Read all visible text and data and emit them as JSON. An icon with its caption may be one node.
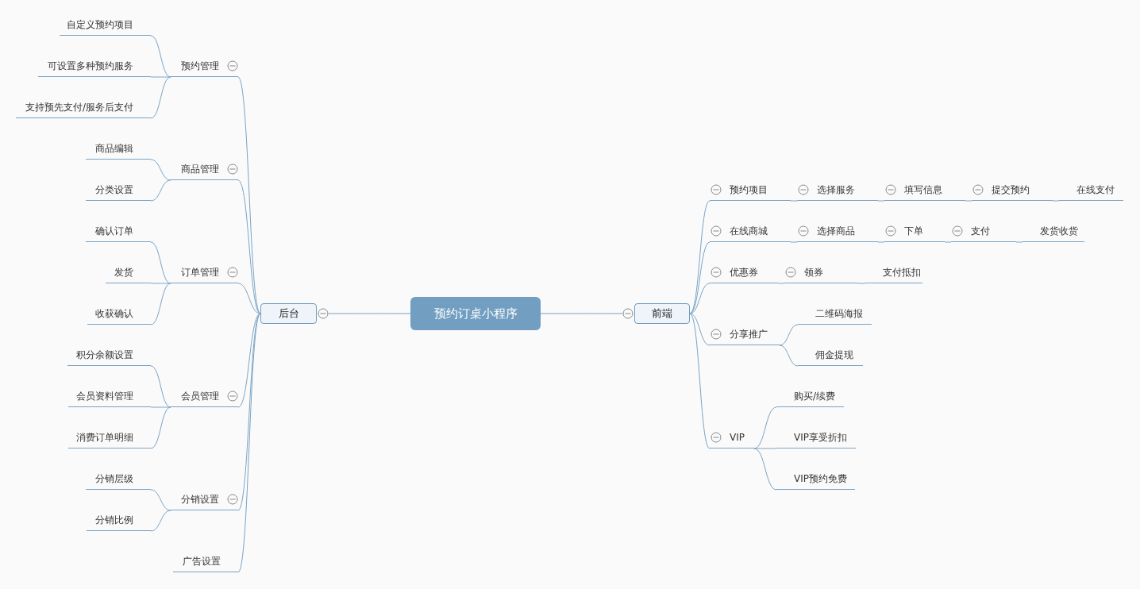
{
  "diagram": {
    "nodes": [
      {
        "text": [
          "预约订桌小程序"
        ]
      },
      {
        "text": [
          "后台"
        ]
      },
      {
        "text": [
          "前端"
        ]
      },
      {
        "text": [
          "预约管理"
        ]
      },
      {
        "text": [
          "自定义预约项目"
        ]
      },
      {
        "text": [
          "可设置多种预约服务"
        ]
      },
      {
        "text": [
          "支持预先支付/服务后支付"
        ]
      },
      {
        "text": [
          "商品管理"
        ]
      },
      {
        "text": [
          "商品编辑"
        ]
      },
      {
        "text": [
          "分类设置"
        ]
      },
      {
        "text": [
          "订单管理"
        ]
      },
      {
        "text": [
          "确认订单"
        ]
      },
      {
        "text": [
          "发货"
        ]
      },
      {
        "text": [
          "收获确认"
        ]
      },
      {
        "text": [
          "会员管理"
        ]
      },
      {
        "text": [
          "积分余额设置"
        ]
      },
      {
        "text": [
          "会员资料管理"
        ]
      },
      {
        "text": [
          "消费订单明细"
        ]
      },
      {
        "text": [
          "分销设置"
        ]
      },
      {
        "text": [
          "分销层级"
        ]
      },
      {
        "text": [
          "分销比例"
        ]
      },
      {
        "text": [
          "广告设置"
        ]
      },
      {
        "text": [
          "预约项目"
        ]
      },
      {
        "text": [
          "选择服务"
        ]
      },
      {
        "text": [
          "填写信息"
        ]
      },
      {
        "text": [
          "提交预约"
        ]
      },
      {
        "text": [
          "在线支付"
        ]
      },
      {
        "text": [
          "在线商城"
        ]
      },
      {
        "text": [
          "选择商品"
        ]
      },
      {
        "text": [
          "下单"
        ]
      },
      {
        "text": [
          "支付"
        ]
      },
      {
        "text": [
          "发货收货"
        ]
      },
      {
        "text": [
          "优惠券"
        ]
      },
      {
        "text": [
          "领券"
        ]
      },
      {
        "text": [
          "支付抵扣"
        ]
      },
      {
        "text": [
          "分享推广"
        ]
      },
      {
        "text": [
          "二维码海报"
        ]
      },
      {
        "text": [
          "佣金提现"
        ]
      },
      {
        "text": [
          "VIP"
        ]
      },
      {
        "text": [
          "购买/续费"
        ]
      },
      {
        "text": [
          "VIP享受折扣"
        ]
      },
      {
        "text": [
          "VIP预约免费"
        ]
      }
    ],
    "edges": [
      {
        "from": 0,
        "to": 1,
        "arrow": "none"
      },
      {
        "from": 0,
        "to": 2,
        "arrow": "none"
      },
      {
        "from": 1,
        "to": 3,
        "arrow": "none"
      },
      {
        "from": 3,
        "to": 4,
        "arrow": "none"
      },
      {
        "from": 3,
        "to": 5,
        "arrow": "none"
      },
      {
        "from": 3,
        "to": 6,
        "arrow": "none"
      },
      {
        "from": 1,
        "to": 7,
        "arrow": "none"
      },
      {
        "from": 7,
        "to": 8,
        "arrow": "none"
      },
      {
        "from": 7,
        "to": 9,
        "arrow": "none"
      },
      {
        "from": 1,
        "to": 10,
        "arrow": "none"
      },
      {
        "from": 10,
        "to": 11,
        "arrow": "none"
      },
      {
        "from": 10,
        "to": 12,
        "arrow": "none"
      },
      {
        "from": 10,
        "to": 13,
        "arrow": "none"
      },
      {
        "from": 1,
        "to": 14,
        "arrow": "none"
      },
      {
        "from": 14,
        "to": 15,
        "arrow": "none"
      },
      {
        "from": 14,
        "to": 16,
        "arrow": "none"
      },
      {
        "from": 14,
        "to": 17,
        "arrow": "none"
      },
      {
        "from": 1,
        "to": 18,
        "arrow": "none"
      },
      {
        "from": 18,
        "to": 19,
        "arrow": "none"
      },
      {
        "from": 18,
        "to": 20,
        "arrow": "none"
      },
      {
        "from": 1,
        "to": 21,
        "arrow": "none"
      },
      {
        "from": 2,
        "to": 22,
        "arrow": "none"
      },
      {
        "from": 22,
        "to": 23,
        "arrow": "none"
      },
      {
        "from": 23,
        "to": 24,
        "arrow": "none"
      },
      {
        "from": 24,
        "to": 25,
        "arrow": "none"
      },
      {
        "from": 25,
        "to": 26,
        "arrow": "none"
      },
      {
        "from": 2,
        "to": 27,
        "arrow": "none"
      },
      {
        "from": 27,
        "to": 28,
        "arrow": "none"
      },
      {
        "from": 28,
        "to": 29,
        "arrow": "none"
      },
      {
        "from": 29,
        "to": 30,
        "arrow": "none"
      },
      {
        "from": 30,
        "to": 31,
        "arrow": "none"
      },
      {
        "from": 2,
        "to": 32,
        "arrow": "none"
      },
      {
        "from": 32,
        "to": 33,
        "arrow": "none"
      },
      {
        "from": 33,
        "to": 34,
        "arrow": "none"
      },
      {
        "from": 2,
        "to": 35,
        "arrow": "none"
      },
      {
        "from": 35,
        "to": 36,
        "arrow": "none"
      },
      {
        "from": 35,
        "to": 37,
        "arrow": "none"
      },
      {
        "from": 2,
        "to": 38,
        "arrow": "none"
      },
      {
        "from": 38,
        "to": 39,
        "arrow": "none"
      },
      {
        "from": 38,
        "to": 40,
        "arrow": "none"
      },
      {
        "from": 38,
        "to": 41,
        "arrow": "none"
      }
    ]
  }
}
